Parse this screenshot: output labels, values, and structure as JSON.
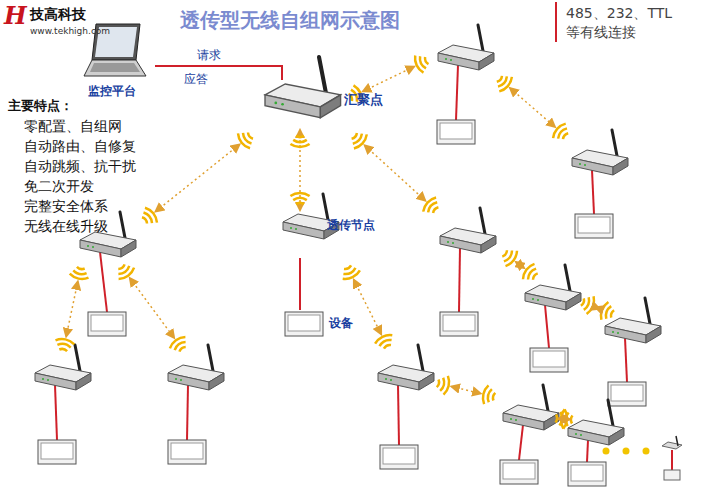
{
  "diagram": {
    "title": "透传型无线自组网示意图",
    "nodes": [
      {
        "text": [
          "监控平台"
        ]
      },
      {
        "text": [
          "汇聚点"
        ]
      },
      {
        "text": [
          "透传节点"
        ]
      },
      {
        "text": [
          "设备"
        ]
      }
    ],
    "edges": [
      {
        "from": 0,
        "to": 1,
        "arrow": "none",
        "label": "请求"
      },
      {
        "from": 1,
        "to": 2,
        "arrow": "both"
      },
      {
        "from": 2,
        "to": 3,
        "arrow": "none"
      }
    ],
    "labels": [
      "H",
      "技高科技",
      "www.tekhigh.com",
      "应答",
      "主要特点：",
      "零配置、自组网",
      "自动路由、自修复",
      "自动跳频、抗干扰",
      "免二次开发",
      "完整安全体系",
      "无线在线升级"
    ],
    "legend": [
      {
        "text": "485、232、TTL 等有线连接"
      }
    ]
  }
}
